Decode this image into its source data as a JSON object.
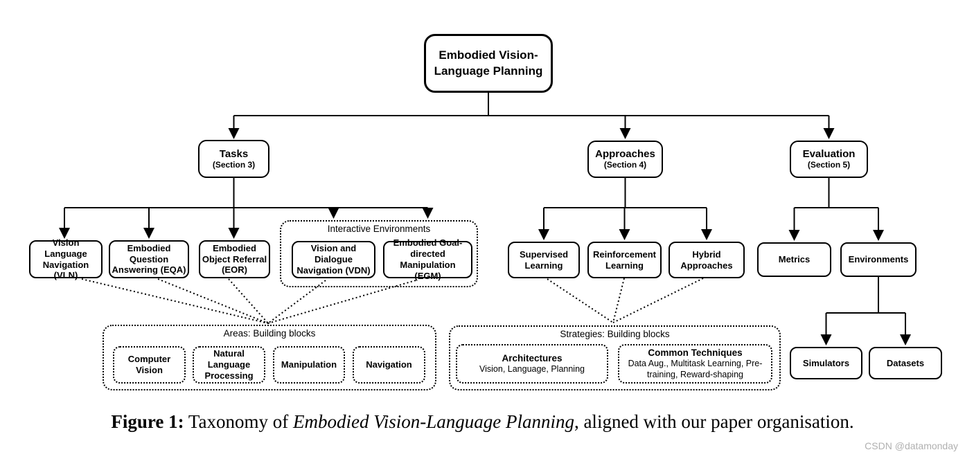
{
  "diagram": {
    "root": {
      "label": "Embodied Vision-Language Planning"
    },
    "level1": {
      "tasks": {
        "title": "Tasks",
        "subtitle": "(Section 3)"
      },
      "approaches": {
        "title": "Approaches",
        "subtitle": "(Section 4)"
      },
      "evaluation": {
        "title": "Evaluation",
        "subtitle": "(Section 5)"
      }
    },
    "tasks_children": {
      "vln": {
        "label": "Vision Language Navigation (VLN)"
      },
      "eqa": {
        "label": "Embodied Question Answering (EQA)"
      },
      "eor": {
        "label": "Embodied Object Referral (EOR)"
      },
      "interactive_environments": {
        "label": "Interactive Environments",
        "vdn": {
          "label": "Vision and Dialogue Navigation (VDN)"
        },
        "egm": {
          "label": "Embodied Goal-directed Manipulation (EGM)"
        }
      }
    },
    "approaches_children": {
      "supervised": {
        "label": "Supervised Learning"
      },
      "reinforcement": {
        "label": "Reinforcement Learning"
      },
      "hybrid": {
        "label": "Hybrid Approaches"
      }
    },
    "evaluation_children": {
      "metrics": {
        "label": "Metrics"
      },
      "environments": {
        "label": "Environments"
      },
      "simulators": {
        "label": "Simulators"
      },
      "datasets": {
        "label": "Datasets"
      }
    },
    "areas": {
      "label": "Areas: Building blocks",
      "items": [
        {
          "label": "Computer Vision"
        },
        {
          "label": "Natural Language Processing"
        },
        {
          "label": "Manipulation"
        },
        {
          "label": "Navigation"
        }
      ]
    },
    "strategies": {
      "label": "Strategies: Building blocks",
      "architectures": {
        "title": "Architectures",
        "desc": "Vision, Language, Planning"
      },
      "common_techniques": {
        "title": "Common Techniques",
        "desc": "Data Aug., Multitask Learning, Pre-training, Reward-shaping"
      }
    }
  },
  "caption": {
    "prefix": "Figure 1:",
    "before_italic": " Taxonomy of ",
    "italic": "Embodied Vision-Language Planning",
    "suffix": ", aligned with our paper organisation."
  },
  "watermark": "CSDN @datamonday",
  "colors": {
    "line": "#000000",
    "box_border": "#000000",
    "text": "#000000",
    "watermark_text": "#b0b0b0",
    "background": "#ffffff"
  }
}
